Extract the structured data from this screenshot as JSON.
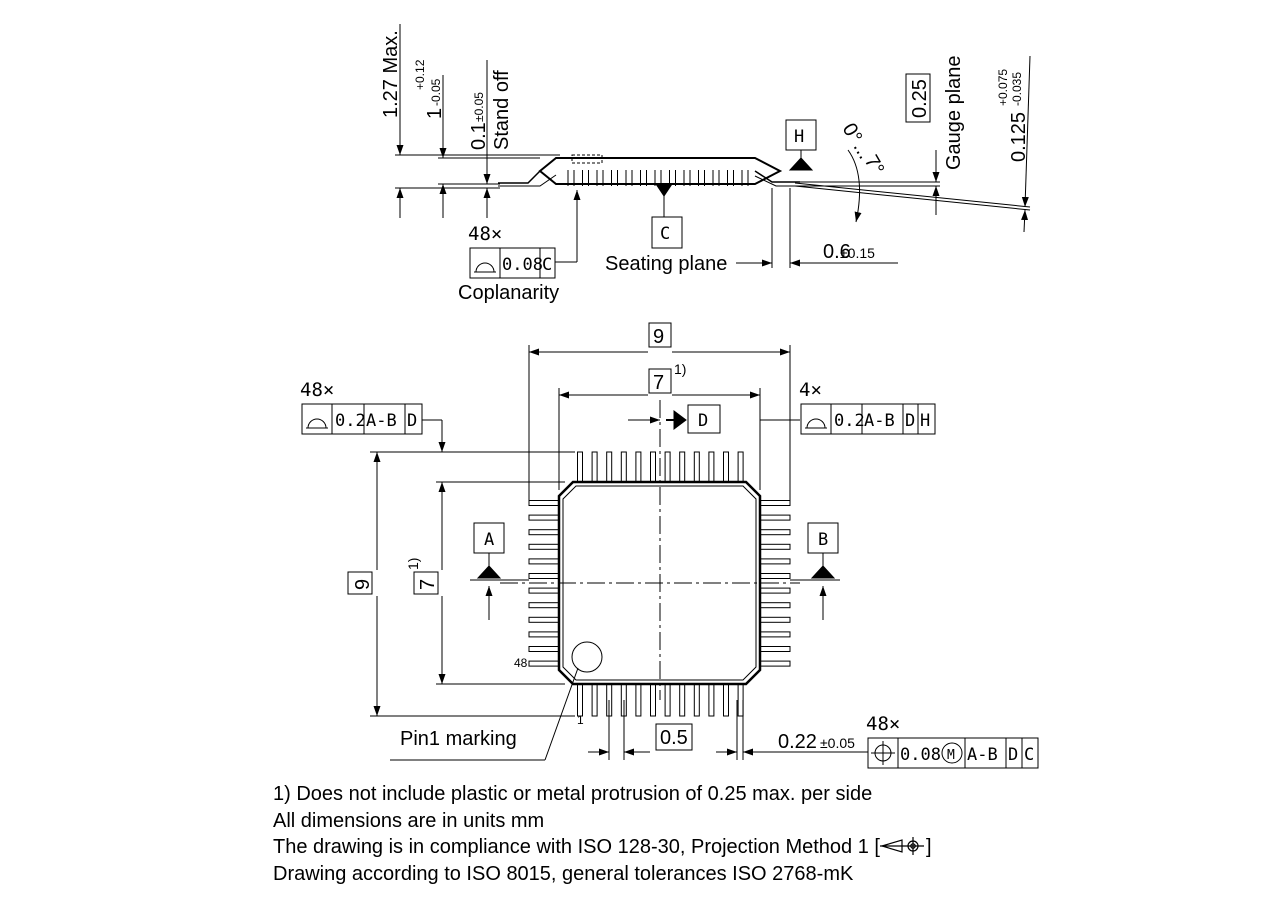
{
  "side_view": {
    "max_height": "1.27 Max.",
    "body_thk_tol_plus": "+0.12",
    "body_thk_base": "1",
    "body_thk_tol_minus": "-0.05",
    "standoff_value": "0.1",
    "standoff_tol": "±0.05",
    "standoff_label": "Stand off",
    "gauge_value": "0.25",
    "gauge_label": "Gauge plane",
    "lead_thk_base": "0.125",
    "lead_thk_tol_plus": "+0.075",
    "lead_thk_tol_minus": "-0.035",
    "angle_start": "0°",
    "angle_dots": "...",
    "angle_end": "7°",
    "datum_h": "H",
    "datum_c": "C",
    "seating_plane": "Seating plane",
    "foot_length_value": "0.6",
    "foot_length_tol": "±0.15",
    "coplanarity_count": "48×",
    "coplanarity_value": "0.08",
    "coplanarity_datum": "C",
    "coplanarity_label": "Coplanarity"
  },
  "top_view": {
    "overall_width": "9",
    "body_width": "7",
    "body_width_note": "1)",
    "overall_height": "9",
    "body_height": "7",
    "body_height_note": "1)",
    "datum_d": "D",
    "datum_a": "A",
    "datum_b": "B",
    "profile_left": {
      "count": "48×",
      "value": "0.2",
      "datums": [
        "A-B",
        "D"
      ]
    },
    "profile_right": {
      "count": "4×",
      "value": "0.2",
      "datums": [
        "A-B",
        "D",
        "H"
      ]
    },
    "pin48": "48",
    "pin1": "1",
    "pin1_label": "Pin1 marking",
    "pitch": "0.5",
    "lead_width_value": "0.22",
    "lead_width_tol": "±0.05",
    "position_fcf": {
      "count": "48×",
      "value": "0.08",
      "modifier": "M",
      "datums": [
        "A-B",
        "D",
        "C"
      ]
    }
  },
  "notes": [
    "1) Does not include plastic or metal protrusion of 0.25 max. per side",
    "All dimensions are in units mm",
    "The drawing is in compliance with ISO 128-30, Projection Method 1 [",
    "]",
    "Drawing according to ISO 8015, general tolerances ISO 2768-mK"
  ]
}
